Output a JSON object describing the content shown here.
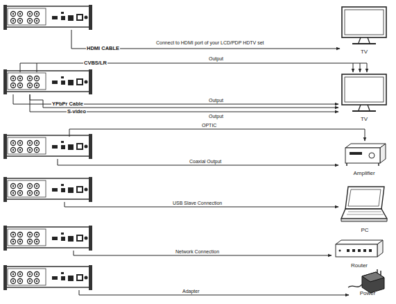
{
  "diagram": {
    "nodes": [
      {
        "text": [
          "TV"
        ]
      },
      {
        "text": [
          "TV"
        ]
      },
      {
        "text": [
          "Amplifier"
        ]
      },
      {
        "text": [
          "PC"
        ]
      },
      {
        "text": [
          "Router"
        ]
      },
      {
        "text": [
          "Power"
        ]
      }
    ],
    "labels": [
      "HDMI CABLE",
      "Connect to HDMI port of your LCD/PDP HDTV set",
      "CVBS/LR",
      "Output",
      "YPbPr Cable",
      "Output",
      "S-video",
      "Output",
      "OPTIC",
      "Coaxial Output",
      "USB Slave Connection",
      "Network Connection",
      "Adapter"
    ]
  }
}
